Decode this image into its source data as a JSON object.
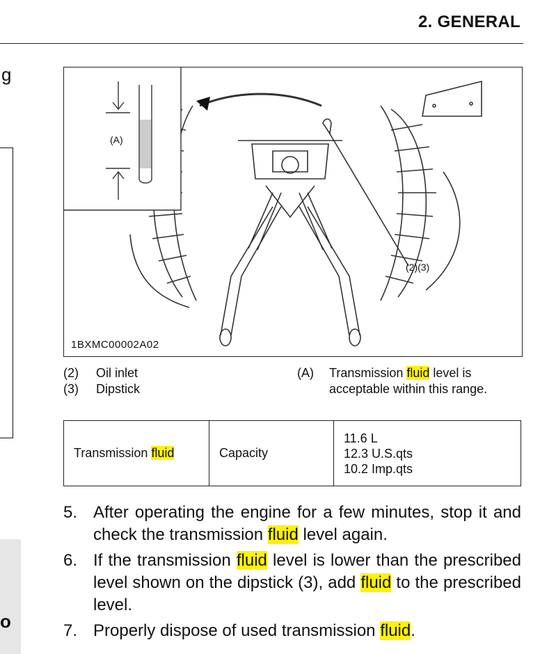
{
  "header": {
    "title": "2. GENERAL"
  },
  "left_fragments": {
    "top_letter": "g",
    "bottom_letter": "o"
  },
  "figure": {
    "image_code": "1BXMC00002A02",
    "dipstick_label": "(A)",
    "callout": "(2)(3)"
  },
  "legend": {
    "left": [
      {
        "num": "(2)",
        "text": "Oil inlet"
      },
      {
        "num": "(3)",
        "text": "Dipstick"
      }
    ],
    "right": {
      "num": "(A)",
      "before": "Transmission ",
      "highlight": "fluid",
      "after": " level is acceptable within this range."
    }
  },
  "spec_table": {
    "item_text": "Transmission ",
    "item_highlight": "fluid",
    "parameter": "Capacity",
    "values": [
      "11.6 L",
      "12.3 U.S.qts",
      "10.2 Imp.qts"
    ]
  },
  "steps": [
    {
      "num": "5.",
      "parts": [
        "After operating the engine for a few minutes, stop it and check the transmission ",
        "fluid",
        " level again."
      ]
    },
    {
      "num": "6.",
      "parts": [
        "If the transmission ",
        "fluid",
        " level is lower than the prescribed level shown on the dipstick (3), add ",
        "fluid",
        " to the prescribed level."
      ]
    },
    {
      "num": "7.",
      "parts": [
        "Properly dispose of used transmission ",
        "fluid",
        "."
      ]
    }
  ],
  "colors": {
    "highlight": "#fff200",
    "rule": "#222222"
  }
}
